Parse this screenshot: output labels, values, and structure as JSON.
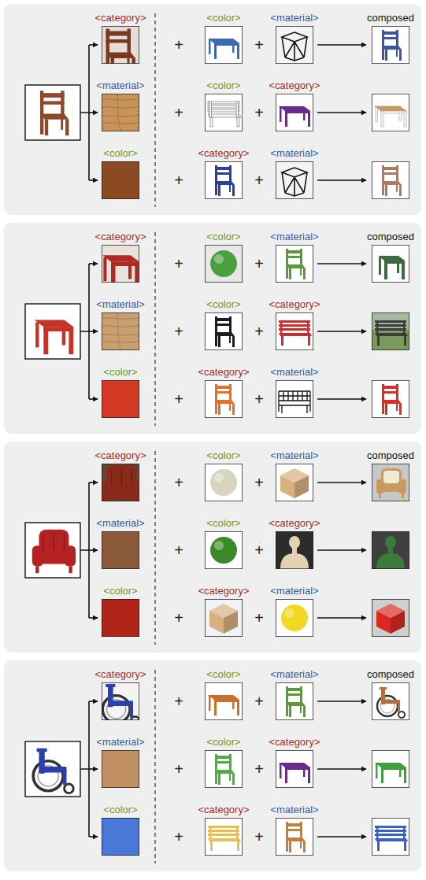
{
  "diagram": {
    "labels": [
      "<category>",
      "<color>",
      "<material>",
      "composed",
      "+",
      "+",
      "<material>",
      "<color>",
      "<category>",
      "+",
      "+",
      "<color>",
      "<category>",
      "<material>",
      "+",
      "+",
      "<category>",
      "<color>",
      "<material>",
      "composed",
      "+",
      "+",
      "<material>",
      "<color>",
      "<category>",
      "+",
      "+",
      "<color>",
      "<category>",
      "<material>",
      "+",
      "+",
      "<category>",
      "<color>",
      "<material>",
      "composed",
      "+",
      "+",
      "<material>",
      "<color>",
      "<category>",
      "+",
      "+",
      "<color>",
      "<category>",
      "<material>",
      "+",
      "+",
      "<category>",
      "<color>",
      "<material>",
      "composed",
      "+",
      "+",
      "<material>",
      "<color>",
      "<category>",
      "+",
      "+",
      "<color>",
      "<category>",
      "<material>",
      "+",
      "+"
    ]
  }
}
